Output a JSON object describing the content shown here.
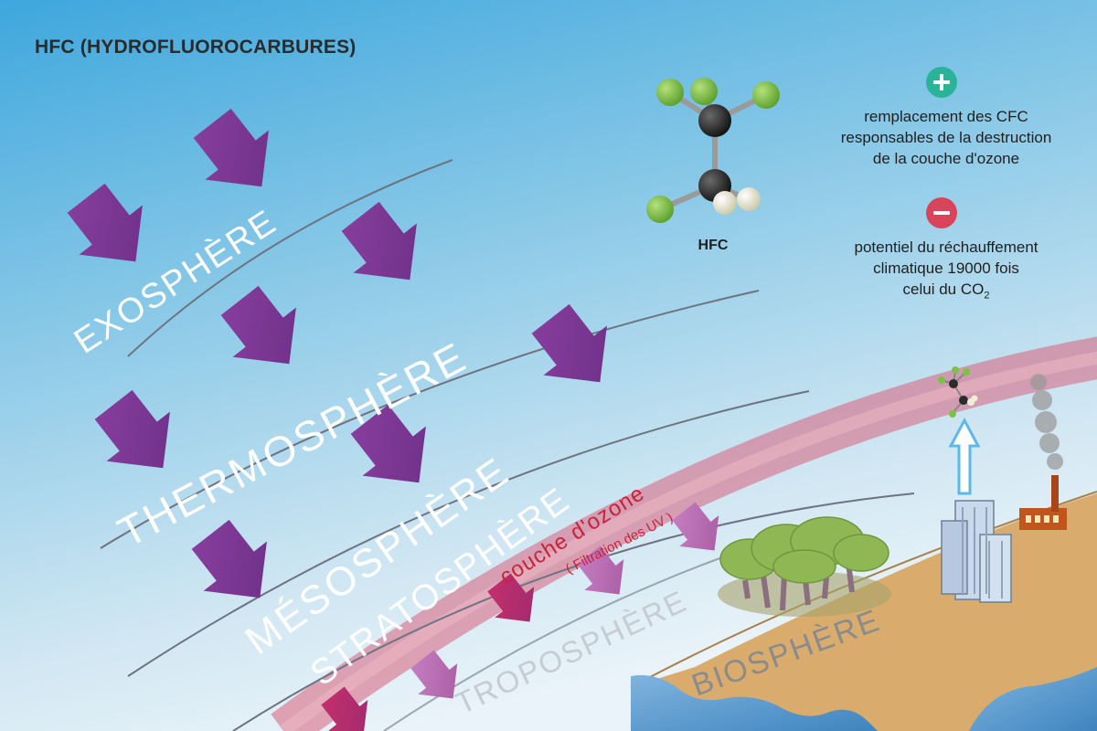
{
  "title": "HFC (HYDROFLUOROCARBURES)",
  "molecule": {
    "label": "HFC"
  },
  "advantages": {
    "badge_icon": "plus-icon",
    "lines": [
      "remplacement des CFC",
      "responsables de la destruction",
      "de la couche d'ozone"
    ]
  },
  "disadvantages": {
    "badge_icon": "minus-icon",
    "lines": [
      "potentiel du réchauffement",
      "climatique 19000 fois"
    ],
    "last_line_prefix": "celui du CO",
    "last_line_subscript": "2"
  },
  "layers": {
    "exosphere": "EXOSPHÈRE",
    "thermosphere": "THERMOSPHÈRE",
    "mesosphere": "MÉSOSPHÈRE",
    "stratosphere": "STRATOSPHÈRE",
    "troposphere": "TROPOSPHÈRE",
    "biosphere": "BIOSPHÈRE"
  },
  "ozone": {
    "title": "couche d'ozone",
    "subtitle": "( Filtration des UV )"
  },
  "colors": {
    "sky_top": "#3ea7dd",
    "sky_bottom": "#e6f1f8",
    "uv_arrow": "#7b3a96",
    "ozone_band": "#d9607c",
    "ground": "#d9ac6e",
    "water": "#4f93c9",
    "fluorine_atom": "#7cc242",
    "carbon_atom": "#2b2b2b",
    "hydrogen_atom": "#eeeed8"
  }
}
